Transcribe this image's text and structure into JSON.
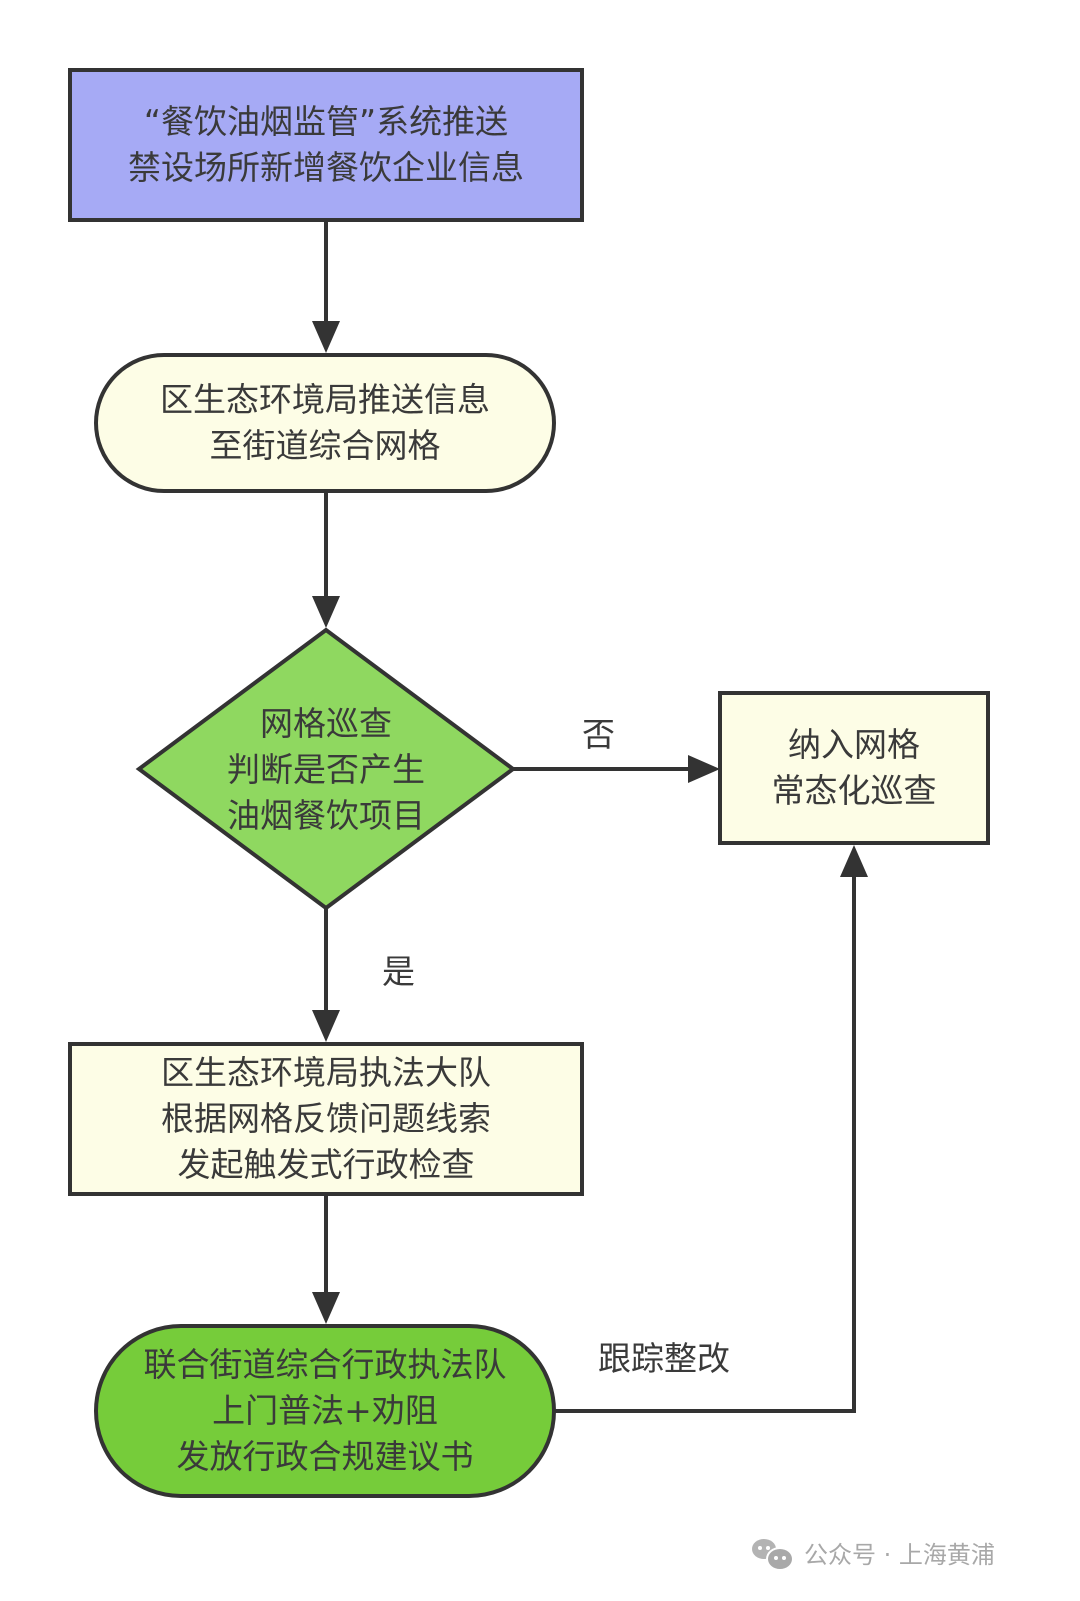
{
  "colors": {
    "start_fill": "#a6aaf5",
    "process_fill": "#fdfde6",
    "decision_fill": "#8fd860",
    "end_fill": "#76cc3a",
    "stroke": "#333333"
  },
  "nodes": {
    "start": {
      "lines": [
        "“餐饮油烟监管”系统推送",
        "禁设场所新增餐饮企业信息"
      ]
    },
    "push": {
      "lines": [
        "区生态环境局推送信息",
        "至街道综合网格"
      ]
    },
    "decision": {
      "lines": [
        "网格巡查",
        "判断是否产生",
        "油烟餐饮项目"
      ]
    },
    "routine": {
      "lines": [
        "纳入网格",
        "常态化巡查"
      ]
    },
    "inspect": {
      "lines": [
        "区生态环境局执法大队",
        "根据网格反馈问题线索",
        "发起触发式行政检查"
      ]
    },
    "joint": {
      "lines": [
        "联合街道综合行政执法队",
        "上门普法+劝阻",
        "发放行政合规建议书"
      ]
    }
  },
  "edges": {
    "no_label": "否",
    "yes_label": "是",
    "followup_label": "跟踪整改"
  },
  "watermark": {
    "icon": "wechat-icon",
    "text": "公众号 · 上海黄浦"
  }
}
